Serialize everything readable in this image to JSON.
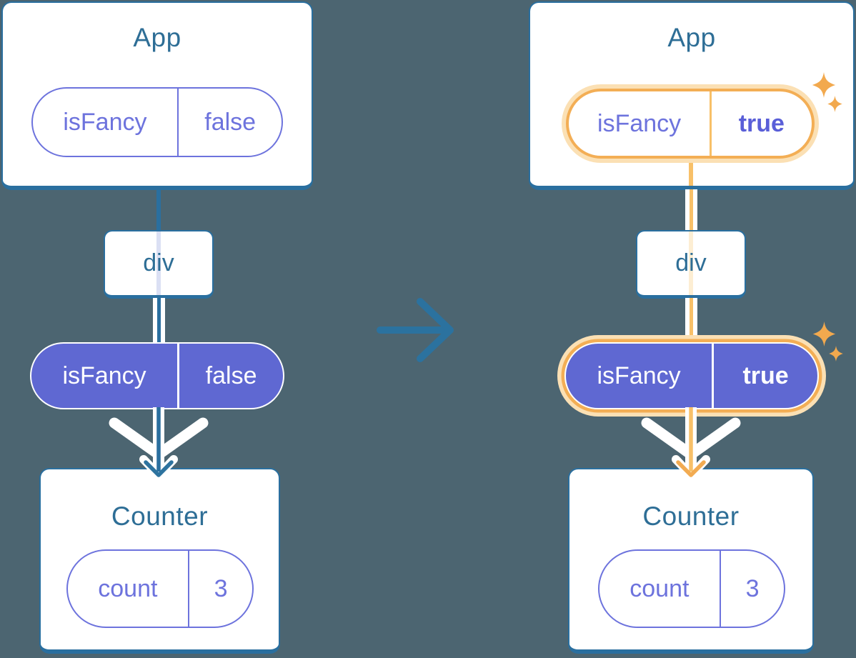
{
  "diagram": {
    "before": {
      "app_card": {
        "title": "App",
        "prop": {
          "name": "isFancy",
          "value": "false"
        }
      },
      "div_node": {
        "label": "div"
      },
      "passed_prop": {
        "name": "isFancy",
        "value": "false"
      },
      "counter_card": {
        "title": "Counter",
        "state": {
          "name": "count",
          "value": "3"
        }
      }
    },
    "after": {
      "app_card": {
        "title": "App",
        "prop": {
          "name": "isFancy",
          "value": "true"
        }
      },
      "div_node": {
        "label": "div"
      },
      "passed_prop": {
        "name": "isFancy",
        "value": "true"
      },
      "counter_card": {
        "title": "Counter",
        "state": {
          "name": "count",
          "value": "3"
        }
      }
    },
    "icons": {
      "transition_arrow": "right-arrow-icon",
      "flow_arrow": "down-arrowhead-icon",
      "highlight": "sparkle-icon"
    },
    "colors": {
      "background": "#4C6571",
      "card_border": "#2A6F9F",
      "title_text": "#2E6E96",
      "purple_outline": "#6D73DD",
      "purple_fill": "#5F68D2",
      "purple_bold_text": "#5A5FD8",
      "white": "#FFFFFF",
      "blue_line": "#2A6F9F",
      "orange_border": "#F3AE55",
      "orange_halo": "#FBE0B4",
      "orange_line": "#F8C068",
      "lavender_trace": "#DBE0F4",
      "cream_trace": "#FDEED3",
      "sparkle": "#F2A94E"
    }
  }
}
